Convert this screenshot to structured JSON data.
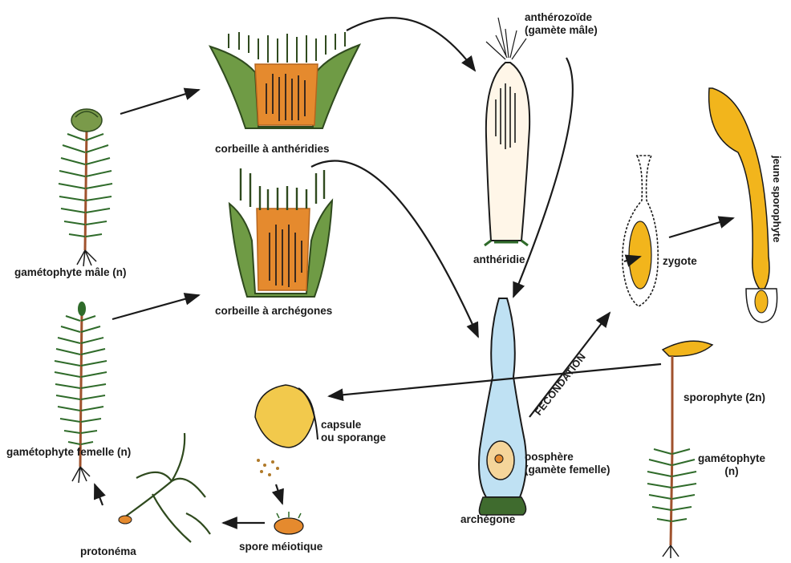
{
  "labels": {
    "gametophyte_male": "gamétophyte mâle (n)",
    "gametophyte_femelle": "gamétophyte femelle (n)",
    "corbeille_antheridies": "corbeille à anthéridies",
    "corbeille_archegones": "corbeille à archégones",
    "antherozoide_line1": "anthérozoïde",
    "antherozoide_line2": "(gamète mâle)",
    "antheridie": "anthéridie",
    "archegone": "archégone",
    "oosphere_line1": "oosphère",
    "oosphere_line2": "(gamète femelle)",
    "fecondation": "FECONDATION",
    "zygote": "zygote",
    "jeune_sporophyte": "jeune sporophyte",
    "sporophyte": "sporophyte (2n)",
    "gametophyte_n_line1": "gamétophyte",
    "gametophyte_n_line2": "(n)",
    "capsule_line1": "capsule",
    "capsule_line2": "ou sporange",
    "spore": "spore méiotique",
    "protonema": "protonéma"
  },
  "colors": {
    "background": "#ffffff",
    "text": "#1a1a1a",
    "stem_green": "#2f6b2a",
    "leaf_green": "#4c8a3b",
    "orange": "#e58a2e",
    "dark_tissue": "#3b2a1e",
    "yellow": "#f2b51c",
    "blue": "#7cc0e6",
    "arrow": "#1a1a1a"
  }
}
